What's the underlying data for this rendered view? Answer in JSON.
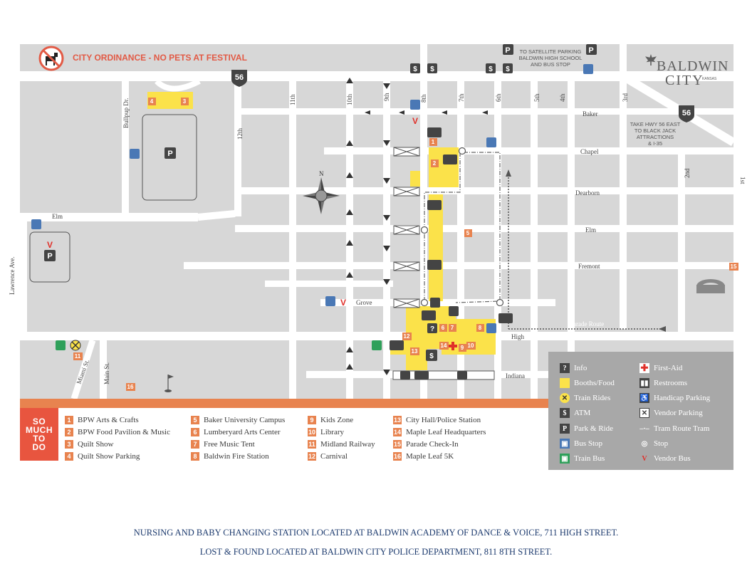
{
  "header": {
    "ordinance": "CITY ORDINANCE - NO PETS AT FESTIVAL",
    "satellite_note": [
      "TO SATELLITE PARKING",
      "BALDWIN HIGH SCHOOL",
      "AND BUS STOP"
    ],
    "hwy_note": [
      "TAKE HWY 56 EAST",
      "TO BLACK JACK",
      "ATTRACTIONS",
      "& I-35"
    ],
    "logo_line1": "BALDWIN",
    "logo_line2": "CITY",
    "logo_sub": "KANSAS"
  },
  "streets": {
    "horizontal": [
      "Baker",
      "Chapel",
      "Dearborn",
      "Elm",
      "Fremont",
      "Grove",
      "High",
      "Indiana",
      "Elm"
    ],
    "vertical": [
      "11th",
      "10th",
      "9th",
      "8th",
      "7th",
      "6th",
      "5th",
      "4th",
      "3rd",
      "2nd",
      "1st",
      "12th",
      "Bullpup Dr.",
      "Lawrence Ave.",
      "Miami St.",
      "Main St."
    ],
    "highway": "56",
    "parade_route": "Parade Route"
  },
  "map_marks": {
    "parking": "P",
    "atm": "$",
    "info": "?",
    "vendor": "V",
    "compass": "N",
    "numbers": [
      "1",
      "2",
      "3",
      "4",
      "5",
      "6",
      "7",
      "8",
      "9",
      "10",
      "11",
      "12",
      "13",
      "14",
      "15",
      "16"
    ]
  },
  "legend": [
    {
      "icon": "info-icon",
      "label": "Info"
    },
    {
      "icon": "booth-swatch",
      "label": "Booths/Food"
    },
    {
      "icon": "train-icon",
      "label": "Train Rides"
    },
    {
      "icon": "atm-icon",
      "label": "ATM"
    },
    {
      "icon": "parking-icon",
      "label": "Park & Ride"
    },
    {
      "icon": "bus-icon",
      "label": "Bus Stop"
    },
    {
      "icon": "train-bus-icon",
      "label": "Train Bus"
    },
    {
      "icon": "first-aid-icon",
      "label": "First-Aid"
    },
    {
      "icon": "restroom-icon",
      "label": "Restrooms"
    },
    {
      "icon": "handicap-icon",
      "label": "Handicap Parking"
    },
    {
      "icon": "vendor-parking-icon",
      "label": "Vendor Parking"
    },
    {
      "icon": "tram-route-icon",
      "label": "Tram Route Tram"
    },
    {
      "icon": "stop-icon",
      "label": "Stop"
    },
    {
      "icon": "vendor-bus-icon",
      "label": "Vendor Bus"
    }
  ],
  "todo": {
    "badge": [
      "SO",
      "MUCH",
      "TO",
      "DO"
    ],
    "columns": [
      [
        {
          "n": "1",
          "label": "BPW Arts & Crafts"
        },
        {
          "n": "2",
          "label": "BPW Food Pavilion & Music"
        },
        {
          "n": "3",
          "label": "Quilt Show"
        },
        {
          "n": "4",
          "label": "Quilt Show Parking"
        }
      ],
      [
        {
          "n": "5",
          "label": "Baker University Campus"
        },
        {
          "n": "6",
          "label": "Lumberyard Arts Center"
        },
        {
          "n": "7",
          "label": "Free Music Tent"
        },
        {
          "n": "8",
          "label": "Baldwin Fire Station"
        }
      ],
      [
        {
          "n": "9",
          "label": "Kids Zone"
        },
        {
          "n": "10",
          "label": "Library"
        },
        {
          "n": "11",
          "label": "Midland Railway"
        },
        {
          "n": "12",
          "label": "Carnival"
        }
      ],
      [
        {
          "n": "13",
          "label": "City Hall/Police Station"
        },
        {
          "n": "14",
          "label": "Maple Leaf Headquarters"
        },
        {
          "n": "15",
          "label": "Parade Check-In"
        },
        {
          "n": "16",
          "label": "Maple Leaf 5K"
        }
      ]
    ]
  },
  "notices": [
    "NURSING AND BABY CHANGING STATION LOCATED AT BALDWIN ACADEMY OF DANCE & VOICE, 711 HIGH STREET.",
    "LOST & FOUND LOCATED AT BALDWIN CITY POLICE DEPARTMENT, 811 8TH STREET."
  ],
  "colors": {
    "block": "#d7d7d7",
    "road": "#ffffff",
    "booth": "#fbe24a",
    "accent": "#e8834f",
    "badge": "#e8553f",
    "bus": "#4a78b5",
    "train_bus": "#2fa05a",
    "legend_bg": "#a8a8a8",
    "notice": "#1c3a6e"
  }
}
